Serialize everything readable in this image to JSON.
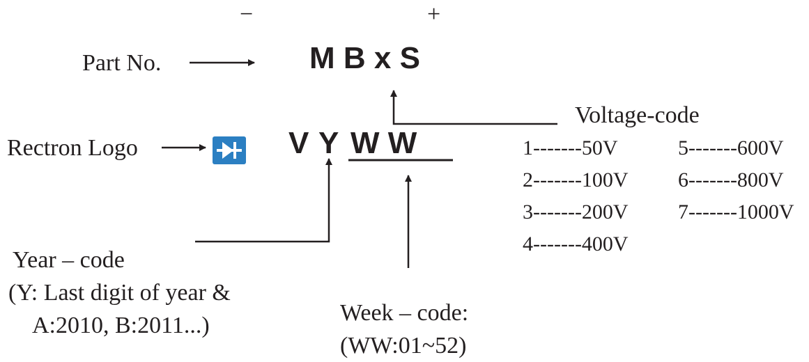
{
  "polarity": {
    "minus": "−",
    "plus": "+"
  },
  "part_no": {
    "label": "Part No.",
    "code": "M B x S"
  },
  "logo": {
    "label": "Rectron Logo",
    "icon": "rectron-diode-logo",
    "color": "#2b7fc2"
  },
  "date_code": {
    "v": "V",
    "y": "Y",
    "ww": "W W"
  },
  "voltage": {
    "title": "Voltage-code",
    "left": [
      "1-------50V",
      "2-------100V",
      "3-------200V",
      "4-------400V"
    ],
    "right": [
      "5-------600V",
      "6-------800V",
      "7-------1000V"
    ]
  },
  "year_code": {
    "title": "Year – code",
    "line1": "(Y: Last digit of year &",
    "line2": "A:2010, B:2011...)"
  },
  "week_code": {
    "title": "Week – code:",
    "line1": "(WW:01~52)"
  }
}
